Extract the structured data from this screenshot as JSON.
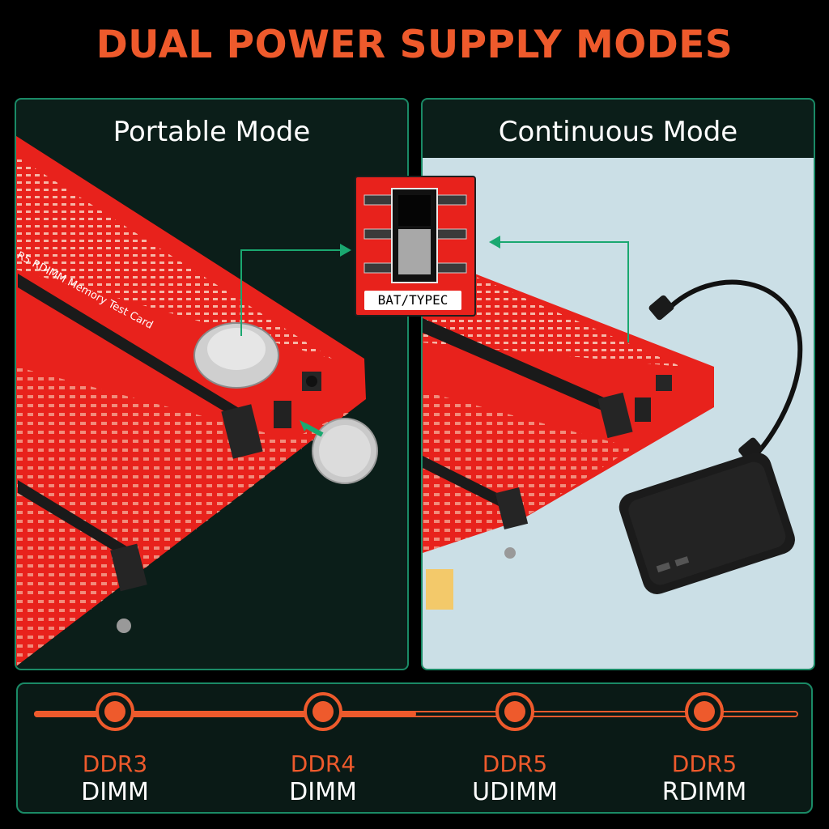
{
  "title": "DUAL POWER SUPPLY MODES",
  "panels": {
    "left": {
      "title": "Portable Mode"
    },
    "right": {
      "title": "Continuous Mode"
    }
  },
  "switch": {
    "label": "BAT/TYPEC"
  },
  "board_silkscreen": {
    "text": "R5 RDIMM Memory Test Card"
  },
  "progress": {
    "filled_fraction": 0.5,
    "stages": [
      {
        "type": "DDR3",
        "form": "DIMM"
      },
      {
        "type": "DDR4",
        "form": "DIMM"
      },
      {
        "type": "DDR5",
        "form": "UDIMM"
      },
      {
        "type": "DDR5",
        "form": "RDIMM"
      }
    ]
  },
  "colors": {
    "accent": "#ee5a2c",
    "frame": "#1a8a66",
    "board": "#e8221c",
    "background": "#000000"
  }
}
